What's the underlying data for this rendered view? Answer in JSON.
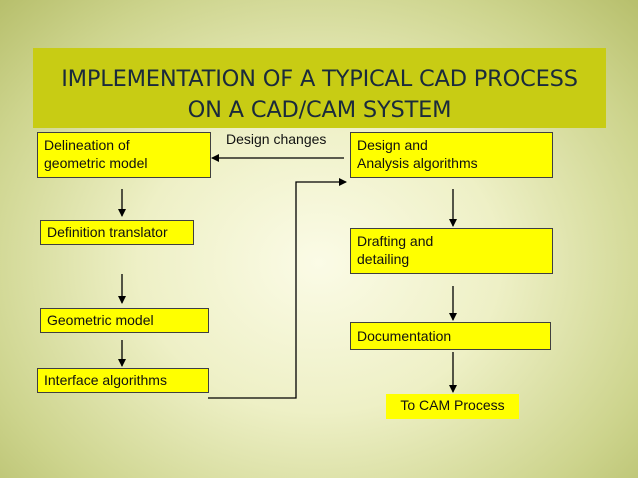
{
  "slide": {
    "title": "IMPLEMENTATION OF A TYPICAL CAD PROCESS\nON A CAD/CAM SYSTEM"
  },
  "flowchart": {
    "left_column": [
      {
        "id": "delineation",
        "label": "Delineation of\ngeometric model"
      },
      {
        "id": "definition",
        "label": "Definition translator"
      },
      {
        "id": "geometric",
        "label": "Geometric model"
      },
      {
        "id": "interface",
        "label": "Interface  algorithms"
      }
    ],
    "right_column": [
      {
        "id": "design",
        "label": "Design and\nAnalysis algorithms"
      },
      {
        "id": "drafting",
        "label": "Drafting and\ndetailing"
      },
      {
        "id": "documentation",
        "label": "Documentation"
      },
      {
        "id": "cam",
        "label": "To CAM Process"
      }
    ],
    "feedback_label": "Design changes"
  },
  "colors": {
    "title_band": "#c8cc14",
    "box_fill": "#ffff00",
    "title_text": "#1a2a3c"
  }
}
